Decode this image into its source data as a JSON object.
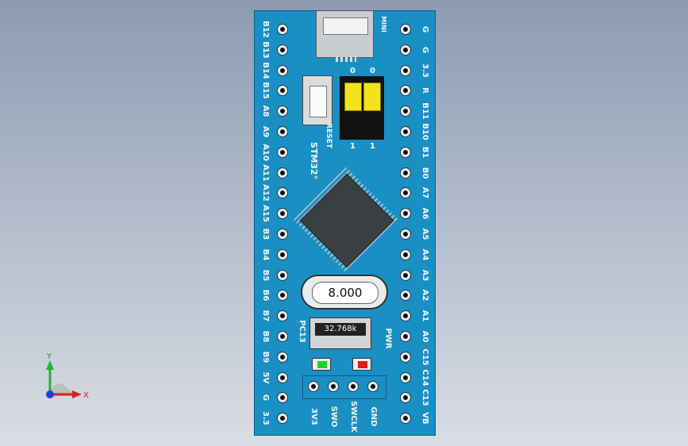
{
  "board": {
    "left_labels": [
      "B12",
      "B13",
      "B14",
      "B15",
      "A8",
      "A9",
      "A10",
      "A11",
      "A12",
      "A15",
      "B3",
      "B4",
      "B5",
      "B6",
      "B7",
      "B8",
      "B9",
      "5V",
      "G",
      "3.3"
    ],
    "right_labels": [
      "G",
      "G",
      "3.3",
      "R",
      "B11",
      "B10",
      "B1",
      "B0",
      "A7",
      "A6",
      "A5",
      "A4",
      "A3",
      "A2",
      "A1",
      "A0",
      "C15",
      "C14",
      "C13",
      "VB"
    ],
    "bottom_labels": [
      "3V3",
      "SWO",
      "SWCLK",
      "GND"
    ],
    "crystal": "8.000",
    "rtc": "32.768k",
    "reset": "RESET",
    "brand": "STM32°",
    "pwr": "PWR",
    "pc13": "PC13",
    "jumper_labels": [
      "0",
      "0",
      "1",
      "1"
    ],
    "usb_side": "MINI"
  },
  "axes": {
    "x": "X",
    "y": "Y"
  },
  "colors": {
    "board": "#1a8fc4",
    "led_power": "#19d32a",
    "led_pc13": "#e01c1c",
    "jumper": "#f4e21a"
  }
}
